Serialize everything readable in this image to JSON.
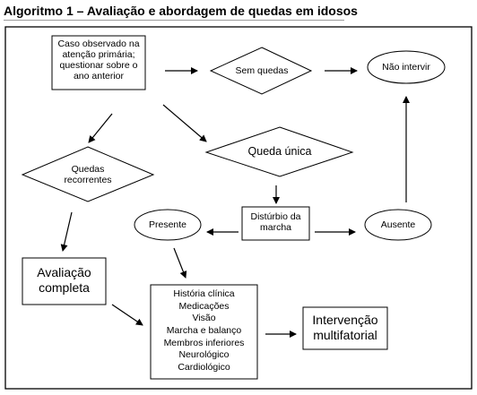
{
  "title": "Algoritmo 1 – Avaliação e abordagem de quedas em idosos",
  "nodes": {
    "caso": [
      "Caso observado na",
      "atenção primária;",
      "questionar sobre o",
      "ano anterior"
    ],
    "sem_quedas": "Sem quedas",
    "nao_intervir": "Não intervir",
    "queda_unica": "Queda única",
    "quedas_recorrentes": [
      "Quedas",
      "recorrentes"
    ],
    "disturbio": [
      "Distúrbio da",
      "marcha"
    ],
    "presente": "Presente",
    "ausente": "Ausente",
    "avaliacao": [
      "Avaliação",
      "completa"
    ],
    "checklist": [
      "História clínica",
      "Medicações",
      "Visão",
      "Marcha e balanço",
      "Membros inferiores",
      "Neurológico",
      "Cardiológico"
    ],
    "intervencao": [
      "Intervenção",
      "multifatorial"
    ]
  },
  "colors": {
    "stroke": "#000000",
    "background": "#ffffff",
    "frame": "#000000"
  }
}
